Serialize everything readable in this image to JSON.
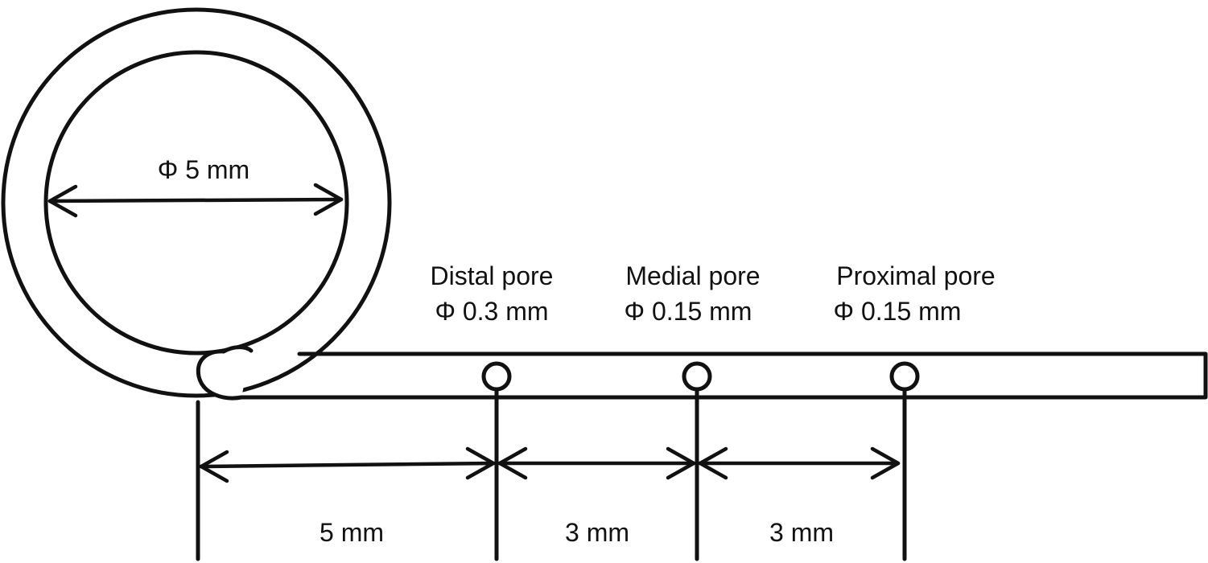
{
  "loop": {
    "diameter_label": "Φ 5 mm"
  },
  "pores": [
    {
      "name": "Distal pore",
      "diameter": "Φ 0.3 mm"
    },
    {
      "name": "Medial pore",
      "diameter": "Φ 0.15 mm"
    },
    {
      "name": "Proximal pore",
      "diameter": "Φ 0.15 mm"
    }
  ],
  "spacings": [
    {
      "label": "5 mm"
    },
    {
      "label": "3 mm"
    },
    {
      "label": "3 mm"
    }
  ],
  "colors": {
    "line": "#111111",
    "background": "#ffffff"
  }
}
